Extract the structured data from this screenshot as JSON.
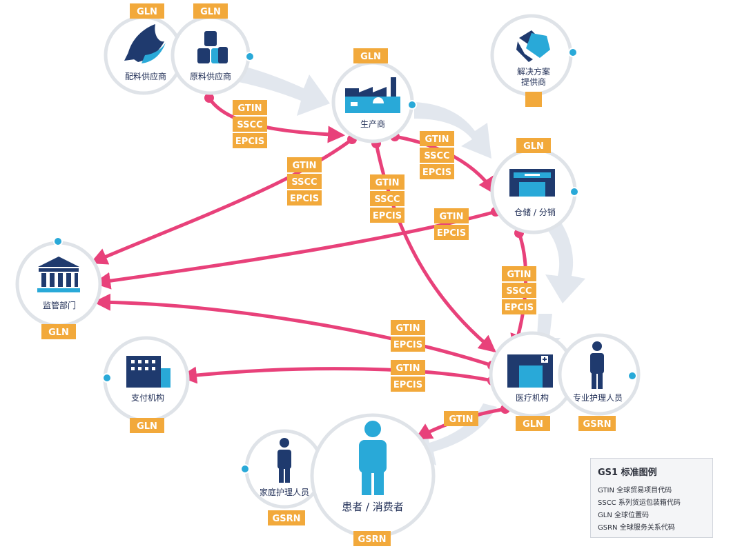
{
  "nodes": {
    "ingredient_supplier": "配料供应商",
    "raw_material_supplier": "原料供应商",
    "manufacturer": "生产商",
    "solution_provider_line1": "解决方案",
    "solution_provider_line2": "提供商",
    "warehouse_distribution": "仓储 / 分销",
    "regulator": "监管部门",
    "payment_institution": "支付机构",
    "medical_institution": "医疗机构",
    "professional_caregiver": "专业护理人员",
    "family_caregiver": "家庭护理人员",
    "patient_consumer": "患者 / 消费者"
  },
  "tags": {
    "gln": "GLN",
    "gtin": "GTIN",
    "sscc": "SSCC",
    "epcis": "EPCIS",
    "gsrn": "GSRN"
  },
  "legend": {
    "title": "GS1 标准图例",
    "items": [
      "GTIN 全球贸易项目代码",
      "SSCC 系列货运包装箱代码",
      "GLN 全球位置码",
      "GSRN 全球服务关系代码"
    ]
  },
  "colors": {
    "flow_pink": "#e8417a",
    "tag_orange": "#f2a93b",
    "circle_border": "#dfe3e8",
    "big_arrow": "#e2e7ee",
    "navy": "#1f3a6e",
    "cyan": "#29a9d8"
  }
}
